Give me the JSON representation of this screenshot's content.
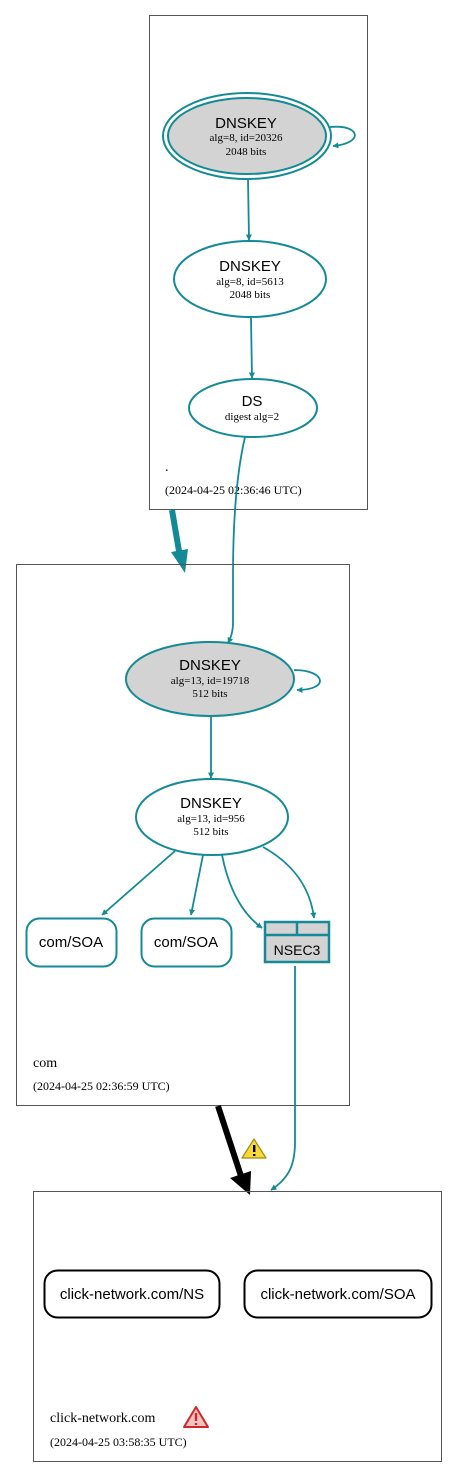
{
  "zones": {
    "root": {
      "name": ".",
      "timestamp": "(2024-04-25 02:36:46 UTC)",
      "nodes": {
        "ksk": {
          "title": "DNSKEY",
          "line1": "alg=8, id=20326",
          "line2": "2048 bits"
        },
        "zsk": {
          "title": "DNSKEY",
          "line1": "alg=8, id=5613",
          "line2": "2048 bits"
        },
        "ds": {
          "title": "DS",
          "line1": "digest alg=2"
        }
      }
    },
    "com": {
      "name": "com",
      "timestamp": "(2024-04-25 02:36:59 UTC)",
      "nodes": {
        "ksk": {
          "title": "DNSKEY",
          "line1": "alg=13, id=19718",
          "line2": "512 bits"
        },
        "zsk": {
          "title": "DNSKEY",
          "line1": "alg=13, id=956",
          "line2": "512 bits"
        },
        "soa1": {
          "label": "com/SOA"
        },
        "soa2": {
          "label": "com/SOA"
        },
        "nsec3": {
          "label": "NSEC3"
        }
      }
    },
    "click": {
      "name": "click-network.com",
      "timestamp": "(2024-04-25 03:58:35 UTC)",
      "nodes": {
        "ns": {
          "label": "click-network.com/NS"
        },
        "soa": {
          "label": "click-network.com/SOA"
        }
      }
    }
  },
  "colors": {
    "edge": "#138a96",
    "key_fill": "#d3d3d3",
    "warning_yellow": "#f7d93a",
    "error_red": "#cc2a2a"
  }
}
